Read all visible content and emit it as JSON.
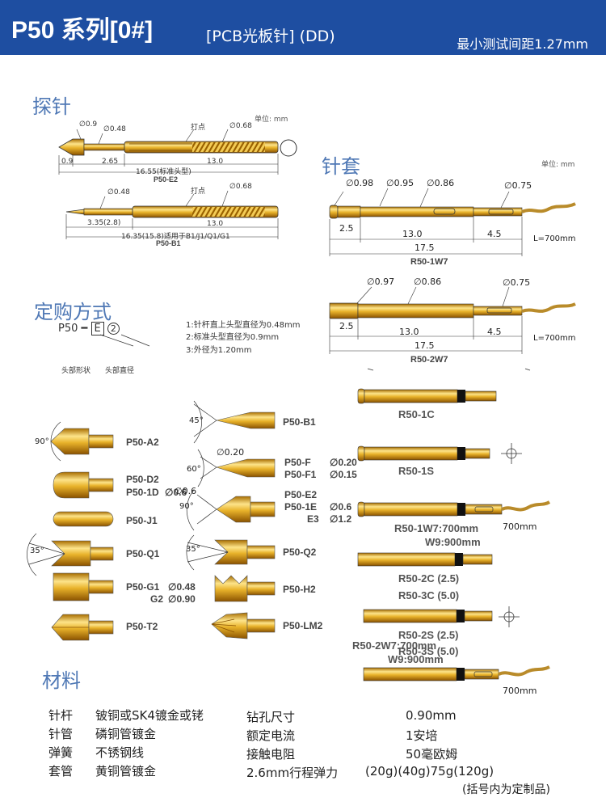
{
  "header": {
    "series": "P50 系列[0#]",
    "subtitle": "[PCB光板针] (DD)",
    "min_pitch": "最小测试间距1.27mm",
    "bg_color": "#1e4ea1"
  },
  "probe_section": {
    "title": "探针",
    "unit": "单位: mm",
    "e2": {
      "d1": "∅0.9",
      "d2": "∅0.48",
      "mark": "打点",
      "d3": "∅0.68",
      "dim_a": "0.9",
      "dim_b": "2.65",
      "dim_c": "13.0",
      "dim_total": "16.55(标准头型)",
      "name": "P50-E2"
    },
    "b1": {
      "d2": "∅0.48",
      "mark": "打点",
      "d3": "∅0.68",
      "dim_a": "3.35(2.8)",
      "dim_c": "13.0",
      "dim_total": "16.35(15.8)适用于B1/J1/Q1/G1",
      "name": "P50-B1"
    }
  },
  "sleeve_section": {
    "title": "针套",
    "unit": "单位: mm",
    "r1w7": {
      "d1": "∅0.98",
      "d2": "∅0.95",
      "d3": "∅0.86",
      "d4": "∅0.75",
      "dim_a": "2.5",
      "dim_b": "13.0",
      "dim_c": "4.5",
      "dim_total": "17.5",
      "wire": "L=700mm",
      "name": "R50-1W7"
    },
    "r2w7": {
      "d1": "∅0.97",
      "d2": "∅0.86",
      "d3": "∅0.75",
      "dim_a": "2.5",
      "dim_b": "13.0",
      "dim_c": "4.5",
      "dim_total": "17.5",
      "wire": "L=700mm",
      "name": "R50-2W7"
    },
    "variants": {
      "r1c": "R50-1C",
      "r1s": "R50-1S",
      "r1w7_len": "R50-1W7:700mm",
      "r1w7_w9": "W9:900mm",
      "r1w7_wire": "700mm",
      "r2c": "R50-2C (2.5)",
      "r3c": "R50-3C (5.0)",
      "r2s": "R50-2S (2.5)",
      "r3s": "R50-3S (5.0)",
      "r2w7_len": "R50-2W7:700mm",
      "r2w7_w9": "W9:900mm",
      "r2w7_wire": "700mm"
    }
  },
  "order_section": {
    "title": "定购方式",
    "code_prefix": "P50",
    "code_box1": "E",
    "code_box2": "2",
    "cap_shape": "头部形状",
    "cap_dia": "头部直径",
    "notes": [
      "1:针杆直上头型直径为0.48mm",
      "2:标准头型直径为0.9mm",
      "3:外径为1.20mm"
    ]
  },
  "tips": {
    "a2": "P50-A2",
    "a2_angle": "90°",
    "d2": "P50-D2",
    "d1": "P50-1D",
    "d1_dia": "∅0.6",
    "j1": "P50-J1",
    "q1": "P50-Q1",
    "q1_angle": "35°",
    "g1": "P50-G1",
    "g1_dia": "∅0.48",
    "g2": "G2",
    "g2_dia": "∅0.90",
    "t2": "P50-T2",
    "b1": "P50-B1",
    "b1_angle": "45°",
    "f": "P50-F",
    "f_dia": "∅0.20",
    "f1": "P50-F1",
    "f1_dia": "∅0.15",
    "f_angle": "60°",
    "f_tip": "∅0.20",
    "e2": "P50-E2",
    "e1": "P50-1E",
    "e_dia": "∅0.6",
    "e3": "E3",
    "e3_dia": "∅1.2",
    "e_angle": "90°",
    "e_tip": "∅0.6",
    "q2": "P50-Q2",
    "q2_angle": "35°",
    "h2": "P50-H2",
    "lm2": "P50-LM2"
  },
  "materials": {
    "title": "材料",
    "left": [
      {
        "part": "针杆",
        "material": "铍铜或SK4镀金或铑"
      },
      {
        "part": "针管",
        "material": "磷铜管镀金"
      },
      {
        "part": "弹簧",
        "material": "不锈钢线"
      },
      {
        "part": "套管",
        "material": "黄铜管镀金"
      }
    ],
    "right": [
      {
        "name": "钻孔尺寸",
        "value": "0.90mm"
      },
      {
        "name": "额定电流",
        "value": "1安培"
      },
      {
        "name": "接触电阻",
        "value": "50毫欧姆"
      },
      {
        "name": "2.6mm行程弹力",
        "value": "(20g)(40g)75g(120g)"
      }
    ],
    "footnote": "(括号内为定制品)"
  }
}
